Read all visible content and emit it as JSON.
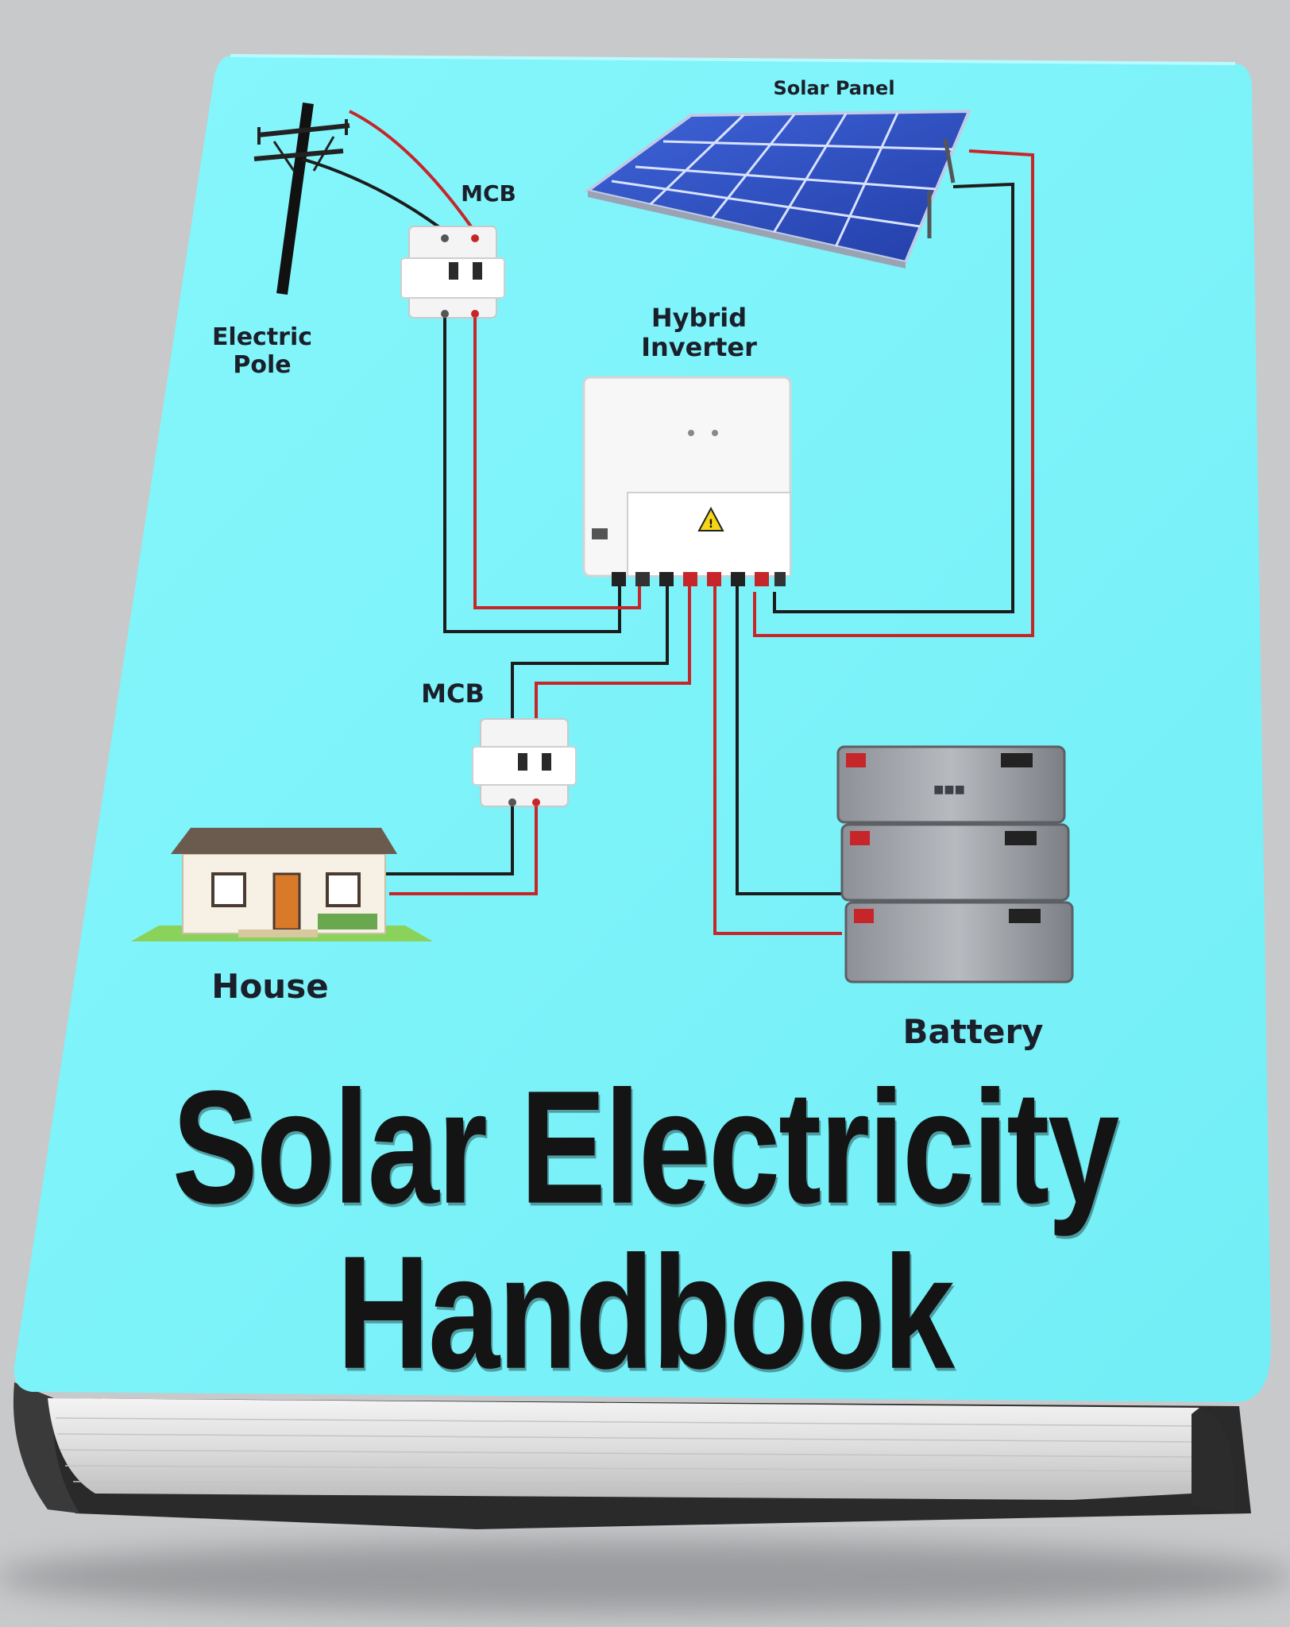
{
  "cover": {
    "title_line1": "Solar Electricity",
    "title_line2": "Handbook"
  },
  "diagram": {
    "labels": {
      "solar_panel": "Solar Panel",
      "mcb_top": "MCB",
      "electric_pole_line1": "Electric",
      "electric_pole_line2": "Pole",
      "inverter_line1": "Hybrid",
      "inverter_line2": "Inverter",
      "mcb_bottom": "MCB",
      "house": "House",
      "battery": "Battery"
    }
  },
  "colors": {
    "background": "#c8c9cb",
    "cover": "#7ff4fa",
    "title": "#141414",
    "wire_red": "#c6262a",
    "wire_black": "#1c1c1c",
    "panel_blue": "#2f4fc4"
  }
}
